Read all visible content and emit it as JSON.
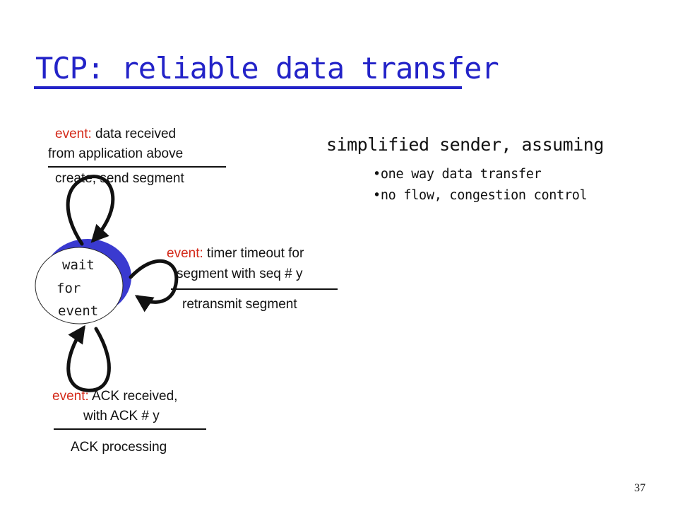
{
  "slide": {
    "title": "TCP: reliable data transfer",
    "page_number": "37"
  },
  "diagram": {
    "state_lines": [
      "wait",
      "for",
      "event"
    ],
    "transitions": {
      "data_received": {
        "event_word": "event:",
        "event_rest": " data received",
        "event_line2": "from application above",
        "action": "create, send segment"
      },
      "timeout": {
        "event_word": "event:",
        "event_rest": " timer timeout for",
        "event_line2": "segment with seq # y",
        "action": "retransmit segment"
      },
      "ack": {
        "event_word": "event:",
        "event_rest": " ACK received,",
        "event_line2": "with ACK # y",
        "action": "ACK processing"
      }
    },
    "colors": {
      "state_fill": "#3a3ad0",
      "state_face": "#ffffff",
      "event_word": "#d42a1a",
      "title": "#2323c8"
    }
  },
  "sidebar_note": {
    "heading": "simplified sender, assuming",
    "bullets": [
      "one way data transfer",
      "no flow, congestion control"
    ]
  }
}
